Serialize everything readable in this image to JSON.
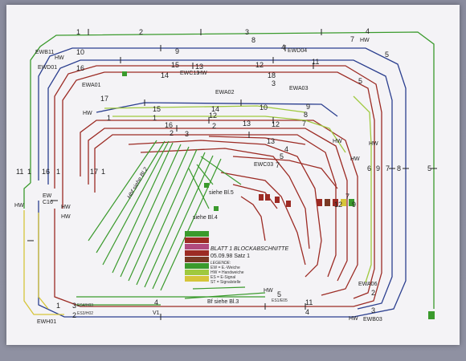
{
  "colors": {
    "paper": "#f4f3f6",
    "green": "#3a9a2c",
    "blue": "#2b3f8f",
    "red": "#9c2b24",
    "yellow": "#d6c53a",
    "lightgreen": "#9fc93e",
    "brown": "#7a3a25"
  },
  "labels": {
    "ewb11": "EWB11",
    "ewd01": "EWD01",
    "ewa01": "EWA01",
    "ewc13": "EWC13",
    "ewd04": "EWD04",
    "ewa02": "EWA02",
    "ewa03": "EWA03",
    "ewc03": "EWC03",
    "ewa06": "EWA06",
    "ewb03": "EWB03",
    "ewh01": "EWH01",
    "ew": "EW",
    "c16": "C16",
    "hw": "HW",
    "hwb": "HW",
    "hwc": "HW",
    "hwd": "HW",
    "hwe": "HW",
    "hwf": "HW",
    "hwg": "HW",
    "hwh": "HW",
    "hwi": "HW",
    "hwj": "HW",
    "hwk": "HW",
    "hwl": "HW",
    "v1": "V1",
    "bl3": "Bf siehe Bl.3",
    "bl5": "siehe Bl.5",
    "bl4": "siehe Bl.4",
    "bl2": "Hbf siehe Bl.2",
    "es1": "ES1/E05",
    "es4": "ES4/H03",
    "es3": "ES3/H02"
  },
  "numbers": {
    "n1a": "1",
    "n2a": "2",
    "n3a": "3",
    "n4a": "4",
    "n10": "10",
    "n9": "9",
    "n4b": "4",
    "n8": "8",
    "n7": "7",
    "n16": "16",
    "n15": "15",
    "n13": "13",
    "n12": "12",
    "n11a": "11",
    "n14": "14",
    "n18": "18",
    "n3b": "3",
    "n5a": "5",
    "n17": "17",
    "n15b": "15",
    "n14b": "14",
    "n10b": "10",
    "n9b": "9",
    "n1b": "1",
    "n1c": "1",
    "n12b": "12",
    "n8b": "8",
    "n16b": "16",
    "n2b": "2",
    "n13b": "13",
    "n12c": "12",
    "n7b": "7",
    "n2c": "2",
    "n3c": "3",
    "n13c": "13",
    "n4c": "4",
    "n5b": "5",
    "n7c": "7",
    "n6": "6",
    "n9c": "9",
    "n7d": "7",
    "n8c": "8",
    "n5c": "5",
    "n11b": "11",
    "n1d": "1",
    "n16c": "16",
    "n1e": "1",
    "n17b": "17",
    "n1f": "1",
    "n1g": "1",
    "n3d": "3",
    "n2d": "2",
    "n4d": "4",
    "n5d": "5",
    "n11c": "11",
    "n4e": "4",
    "n3e": "3",
    "n2e": "2",
    "n5e": "5",
    "n12d": "12",
    "n9d": "9",
    "n7e": "7"
  },
  "legend": {
    "title": "BLATT 1 BLOCKABSCHNITTE",
    "date": "05.09.98 Satz 1",
    "legende": "LEGENDE:",
    "row1": "EW = E.-Weiche",
    "row2": "HW = Handweiche",
    "row3": "ES = E-Signal",
    "row4": "ST = Signalstelle"
  }
}
